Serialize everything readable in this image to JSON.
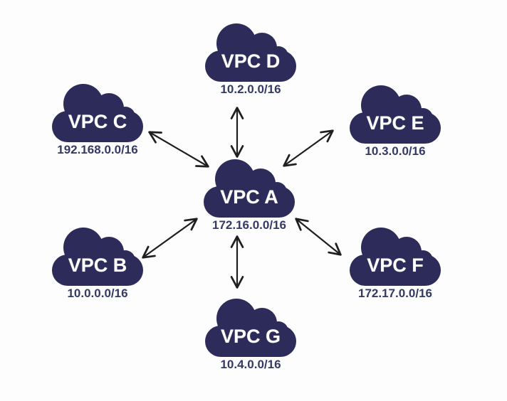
{
  "diagram": {
    "type": "vpc-peering-hub-and-spoke",
    "colors": {
      "cloud_fill": "#2d2b59",
      "cloud_text": "#ffffff",
      "cidr_text": "#343a63",
      "arrow": "#1f1f1f",
      "background": "#fdfdfd"
    }
  },
  "nodes": [
    {
      "id": "vpc-a",
      "label": "VPC A",
      "cidr": "172.16.0.0/16"
    },
    {
      "id": "vpc-b",
      "label": "VPC B",
      "cidr": "10.0.0.0/16"
    },
    {
      "id": "vpc-c",
      "label": "VPC C",
      "cidr": "192.168.0.0/16"
    },
    {
      "id": "vpc-d",
      "label": "VPC D",
      "cidr": "10.2.0.0/16"
    },
    {
      "id": "vpc-e",
      "label": "VPC E",
      "cidr": "10.3.0.0/16"
    },
    {
      "id": "vpc-f",
      "label": "VPC F",
      "cidr": "172.17.0.0/16"
    },
    {
      "id": "vpc-g",
      "label": "VPC G",
      "cidr": "10.4.0.0/16"
    }
  ],
  "connections": [
    {
      "from": "VPC A",
      "to": "VPC B",
      "bidirectional": true
    },
    {
      "from": "VPC A",
      "to": "VPC C",
      "bidirectional": true
    },
    {
      "from": "VPC A",
      "to": "VPC D",
      "bidirectional": true
    },
    {
      "from": "VPC A",
      "to": "VPC E",
      "bidirectional": true
    },
    {
      "from": "VPC A",
      "to": "VPC F",
      "bidirectional": true
    },
    {
      "from": "VPC A",
      "to": "VPC G",
      "bidirectional": true
    }
  ]
}
